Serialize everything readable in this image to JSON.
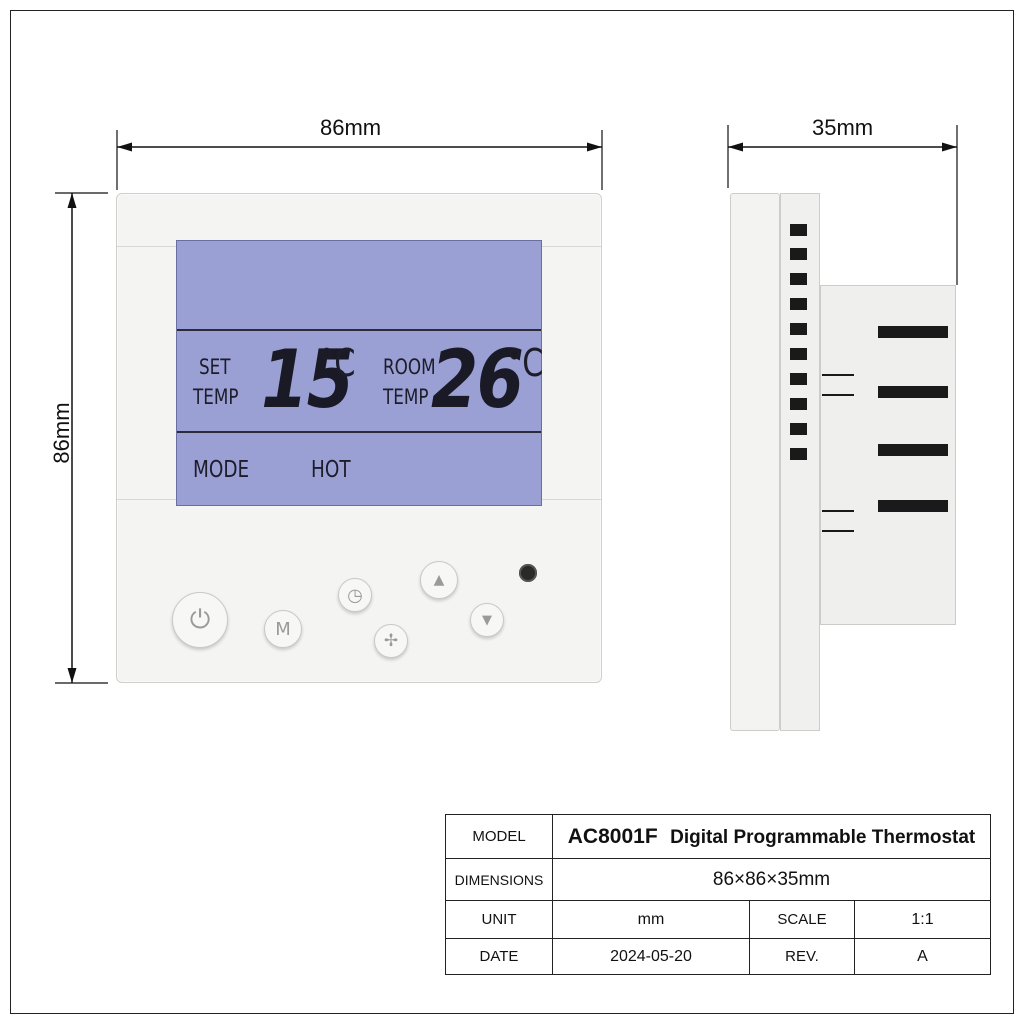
{
  "drawing": {
    "front_width_label": "86mm",
    "front_height_label": "86mm",
    "side_depth_label": "35mm"
  },
  "lcd": {
    "set_label_1": "SET",
    "set_label_2": "TEMP",
    "set_value": "15",
    "set_unit": "°C",
    "room_label_1": "ROOM",
    "room_label_2": "TEMP",
    "room_value": "26",
    "room_unit": "°C",
    "mode_label": "MODE",
    "mode_value": "HOT",
    "backlight_color": "#9a9fd4"
  },
  "buttons": [
    {
      "name": "power-button",
      "icon": "power-icon",
      "glyph": "⏻"
    },
    {
      "name": "mode-button",
      "icon": "m-letter-icon",
      "glyph": "M"
    },
    {
      "name": "clock-button",
      "icon": "clock-icon",
      "glyph": "◷"
    },
    {
      "name": "fan-button",
      "icon": "fan-icon",
      "glyph": "✢"
    },
    {
      "name": "up-button",
      "icon": "up-arrow-icon",
      "glyph": "▲"
    },
    {
      "name": "down-button",
      "icon": "down-arrow-icon",
      "glyph": "▼"
    }
  ],
  "title_block": {
    "model_label": "MODEL",
    "model_value": "AC8001F",
    "model_desc": "Digital Programmable Thermostat",
    "dimensions_label": "DIMENSIONS",
    "dimensions_value": "86×86×35mm",
    "unit_label": "UNIT",
    "unit_value": "mm",
    "scale_label": "SCALE",
    "scale_value": "1:1",
    "date_label": "DATE",
    "date_value": "2024-05-20",
    "rev_label": "REV.",
    "rev_value": "A"
  }
}
